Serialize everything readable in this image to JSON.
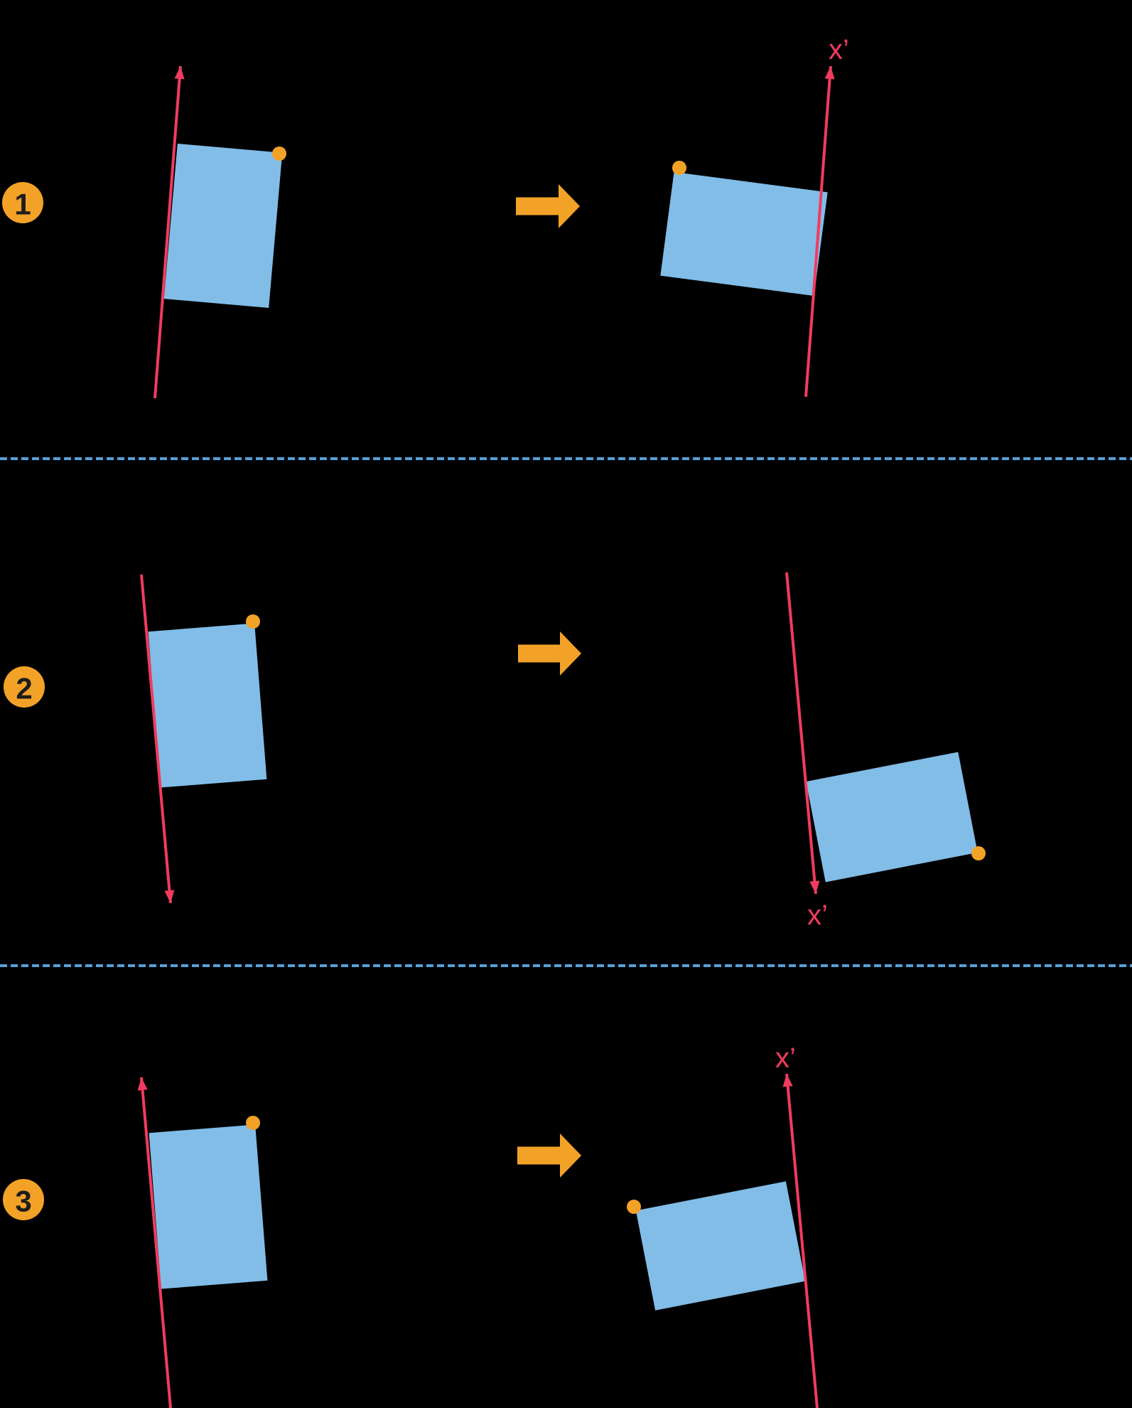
{
  "colors": {
    "background": "#000000",
    "shape_fill": "#82BDE8",
    "axis_stroke": "#F23B5F",
    "accent_orange": "#F3A228",
    "divider_blue": "#57A0D8",
    "badge_digit": "#1D1D1B"
  },
  "steps": [
    {
      "badge_label": "1",
      "after_axis_label": "x’"
    },
    {
      "badge_label": "2",
      "after_axis_label": "x’"
    },
    {
      "badge_label": "3",
      "after_axis_label": "x’"
    }
  ]
}
